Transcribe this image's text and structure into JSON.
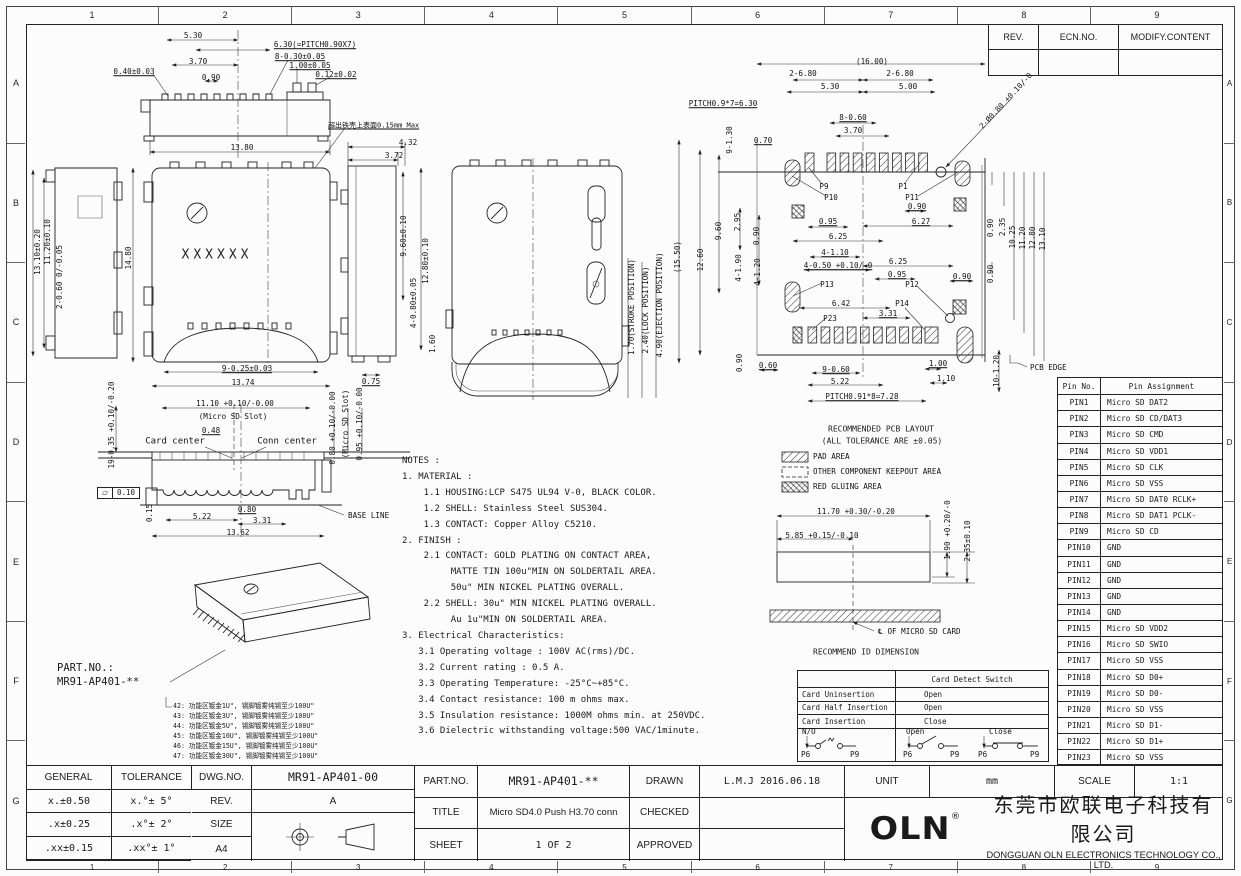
{
  "sheet": {
    "zone_cols": [
      "1",
      "2",
      "3",
      "4",
      "5",
      "6",
      "7",
      "8",
      "9"
    ],
    "zone_rows": [
      "A",
      "B",
      "C",
      "D",
      "E",
      "F",
      "G"
    ]
  },
  "rev_table": {
    "rev": "REV.",
    "ecn": "ECN.NO.",
    "modify": "MODIFY.CONTENT"
  },
  "views": {
    "front": {
      "dims": [
        "5.30",
        "6.30(=PITCH0.90X7)",
        "8-0.30±0.05",
        "3.70",
        "0.40±0.03",
        "1.00±0.05",
        "0.12±0.02",
        "0.90",
        "13.80"
      ],
      "note": "超出铁壳上表面0.15mm Max"
    },
    "side": {
      "dims": [
        "13.10±0.20",
        "11.20±0.10",
        "2-0.60 0/-0.05",
        "14.80"
      ]
    },
    "top": {
      "marking": "XXXXXX",
      "dims": [
        "4.32",
        "3.72",
        "9.60±0.10",
        "12.80±0.10",
        "4-0.80±0.05",
        "1.60",
        "0.75",
        "9-0.25±0.03",
        "13.74"
      ]
    },
    "top2": {
      "dims": [
        "1.70(STROKE POSITION)",
        "2.40(LOCK POSITION)",
        "4.90(EJECTION POSITION)"
      ]
    },
    "bottom": {
      "dims": [
        "19-0.35 +0.10/-0.20",
        "11.10 +0.10/-0.00",
        "(Micro SD Slot)",
        "0.48",
        "0.80 +0.10/-0.00",
        "(Micro SD Slot)",
        "0.95 +0.10/-0.00",
        "0.15",
        "5.22",
        "0.80",
        "3.31",
        "13.62"
      ],
      "labels": {
        "card_center": "Card center",
        "conn_center": "Conn center",
        "base_line": "BASE LINE",
        "flatness": "0.10",
        "flat_sym": "▱"
      }
    },
    "iso": {
      "part_no_label": "PART.NO.:",
      "part_no": "MR91-AP401-**",
      "options": [
        "42: 功能区镀金1U\", 锡脚镀雾纯锡至少100U\"",
        "43: 功能区镀金3U\", 锡脚镀雾纯锡至少100U\"",
        "44: 功能区镀金5U\", 锡脚镀雾纯锡至少100U\"",
        "45: 功能区镀金10U\", 锡脚镀雾纯锡至少100U\"",
        "46: 功能区镀金15U\", 锡脚镀雾纯锡至少100U\"",
        "47: 功能区镀金30U\", 锡脚镀雾纯锡至少100U\""
      ]
    }
  },
  "pcb": {
    "dims": [
      "(16.00)",
      "2-6.80",
      "2-6.80",
      "5.30",
      "5.00",
      "PITCH0.9*7=6.30",
      "8-0.60",
      "3.70",
      "0.70",
      "9-1.30",
      "2-Ø0.80 +0.10/-0",
      "(15.50)",
      "12.60",
      "9.60",
      "2.95",
      "0.90",
      "4-1.90",
      "4-1.20",
      "0.95",
      "6.25",
      "4-1.10",
      "4-0.50 +0.10/-0",
      "6.42",
      "0.90",
      "6.27",
      "6.25",
      "0.95",
      "0.90",
      "3.31",
      "0.90",
      "0.60",
      "9-0.60",
      "5.22",
      "PITCH0.91*8=7.28",
      "1.00",
      "1.10",
      "10-1.20",
      "0.90",
      "2.35",
      "10.25",
      "11.20",
      "12.80",
      "13.10",
      "0.90"
    ],
    "pins": [
      "P9",
      "P10",
      "P1",
      "P11",
      "P13",
      "P12",
      "P14",
      "P23"
    ],
    "pcb_edge": "PCB EDGE",
    "legend": {
      "title1": "RECOMMENDED PCB LAYOUT",
      "title2": "(ALL TOLERANCE ARE ±0.05)",
      "items": [
        "PAD AREA",
        "OTHER COMPONENT KEEPOUT AREA",
        "RED GLUING AREA"
      ]
    }
  },
  "id_dim": {
    "dims": [
      "11.70 +0.30/-0.20",
      "5.85 +0.15/-0.10",
      "1.90 +0.20/-0",
      "2.35±0.10"
    ],
    "centerline": "℄ OF MICRO SD CARD",
    "title": "RECOMMEND ID DIMENSION"
  },
  "notes": {
    "lines": [
      "NOTES :",
      "1. MATERIAL :",
      "    1.1 HOUSING:LCP S475 UL94 V-0, BLACK COLOR.",
      "    1.2 SHELL: Stainless Steel SUS304.",
      "    1.3 CONTACT: Copper Alloy C5210.",
      "2. FINISH :",
      "    2.1 CONTACT: GOLD PLATING ON CONTACT AREA,",
      "         MATTE TIN 100u\"MIN ON SOLDERTAIL AREA.",
      "         50u\" MIN NICKEL PLATING OVERALL.",
      "    2.2 SHELL: 30u\" MIN NICKEL PLATING OVERALL.",
      "         Au 1u\"MIN ON SOLDERTAIL AREA.",
      "3. Electrical Characteristics:",
      "   3.1 Operating voltage : 100V AC(rms)/DC.",
      "   3.2 Current rating : 0.5 A.",
      "   3.3 Operating Temperature: -25°C~+85°C.",
      "   3.4 Contact resistance: 100 m ohms max.",
      "   3.5 Insulation resistance: 1000M ohms min. at 250VDC.",
      "   3.6 Dielectric withstanding voltage:500 VAC/1minute."
    ]
  },
  "card_detect": {
    "header": "Card Detect Switch",
    "rows": [
      [
        "Card Uninsertion",
        "Open"
      ],
      [
        "Card Half Insertion",
        "Open"
      ],
      [
        "Card Insertion",
        "Close"
      ]
    ],
    "diagram": {
      "no": "N/O",
      "open": "Open",
      "close": "Close",
      "p6": "P6",
      "p9": "P9"
    }
  },
  "pin_table": {
    "headers": [
      "Pin No.",
      "Pin Assignment"
    ],
    "rows": [
      [
        "PIN1",
        "Micro SD DAT2"
      ],
      [
        "PIN2",
        "Micro SD CD/DAT3"
      ],
      [
        "PIN3",
        "Micro SD CMD"
      ],
      [
        "PIN4",
        "Micro SD VDD1"
      ],
      [
        "PIN5",
        "Micro SD CLK"
      ],
      [
        "PIN6",
        "Micro SD VSS"
      ],
      [
        "PIN7",
        "Micro SD DAT0 RCLK+"
      ],
      [
        "PIN8",
        "Micro SD DAT1 PCLK-"
      ],
      [
        "PIN9",
        "Micro SD CD"
      ],
      [
        "PIN10",
        "GND"
      ],
      [
        "PIN11",
        "GND"
      ],
      [
        "PIN12",
        "GND"
      ],
      [
        "PIN13",
        "GND"
      ],
      [
        "PIN14",
        "GND"
      ],
      [
        "PIN15",
        "Micro SD VDD2"
      ],
      [
        "PIN16",
        "Micro SD SWIO"
      ],
      [
        "PIN17",
        "Micro SD VSS"
      ],
      [
        "PIN18",
        "Micro SD D0+"
      ],
      [
        "PIN19",
        "Micro SD D0-"
      ],
      [
        "PIN20",
        "Micro SD VSS"
      ],
      [
        "PIN21",
        "Micro SD D1-"
      ],
      [
        "PIN22",
        "Micro SD D1+"
      ],
      [
        "PIN23",
        "Micro SD VSS"
      ]
    ]
  },
  "title_block": {
    "general_label": "GENERAL",
    "tolerance_label": "TOLERANCE",
    "tol_rows": [
      [
        "x.±0.50",
        "x.°± 5°"
      ],
      [
        ".x±0.25",
        ".x°± 2°"
      ],
      [
        ".xx±0.15",
        ".xx°± 1°"
      ]
    ],
    "dwg_label": "DWG.NO.",
    "dwg_no": "MR91-AP401-00",
    "rev_label": "REV.",
    "rev": "A",
    "size_label": "SIZE",
    "size": "A4",
    "part_label": "PART.NO.",
    "part_no": "MR91-AP401-**",
    "title_label": "TITLE",
    "title": "Micro SD4.0 Push H3.70 conn",
    "sheet_label": "SHEET",
    "sheet": "1 OF 2",
    "drawn_label": "DRAWN",
    "drawn": "L.M.J 2016.06.18",
    "checked_label": "CHECKED",
    "approved_label": "APPROVED",
    "unit_label": "UNIT",
    "unit": "mm",
    "scale_label": "SCALE",
    "scale": "1:1",
    "company": {
      "logo": "OLN",
      "reg": "®",
      "cn": "东莞市欧联电子科技有限公司",
      "en": "DONGGUAN OLN ELECTRONICS TECHNOLOGY CO., LTD."
    }
  }
}
